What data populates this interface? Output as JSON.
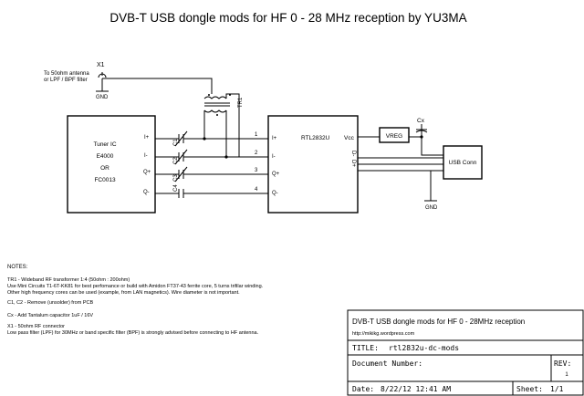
{
  "page_title": "DVB-T USB dongle mods for HF 0 - 28 MHz reception by YU3MA",
  "schematic": {
    "antenna_label_1": "To 50ohm antenna",
    "antenna_label_2": "or LPF / BPF filter",
    "x1": "X1",
    "gnd": "GND",
    "tr1": "TR1",
    "tuner": {
      "l1": "Tuner IC",
      "l2": "E4000",
      "l3": "OR",
      "l4": "FC0013"
    },
    "caps": [
      "C1",
      "C2",
      "C3",
      "C4"
    ],
    "pins": [
      "1",
      "2",
      "3",
      "4"
    ],
    "rtl": {
      "name": "RTL2832U",
      "vcc": "Vcc",
      "in": [
        "I+",
        "I-",
        "Q+",
        "Q-"
      ]
    },
    "tuner_pins": [
      "I+",
      "I-",
      "Q+",
      "Q-"
    ],
    "vreg": "VREG",
    "cx": "Cx",
    "usb": "USB Conn",
    "dplus": "D+",
    "dminus": "D-"
  },
  "notes": {
    "heading": "NOTES:",
    "tr1_l1": "TR1 - Wideband RF transformer 1:4 (50ohm : 200ohm)",
    "tr1_l2": "Use Mini Circuits T1-6T-KK81 for best perfomance or build with Amidon FT37-43 ferrite core, 5 turns trifilar winding.",
    "tr1_l3": "Other high frequency cores can be used (example, from LAN magnetics). Wire diameter is not important.",
    "c12": "C1, C2 - Remove (unsolder) from PCB",
    "cx": "Cx - Add Tantalum capacitor 1uF / 16V",
    "x1_l1": "X1 - 50ohm RF connector",
    "x1_l2": "Low pass filter (LPF) for 30MHz or band specific filter (BPF) is strongly advised before connecting to HF antenna."
  },
  "title_block": {
    "title": "DVB-T USB dongle mods for HF 0 - 28MHz reception",
    "url": "http://mikikg.wordpress.com",
    "title_label": "TITLE:",
    "title_value": "rtl2832u-dc-mods",
    "doc_label": "Document Number:",
    "rev_label": "REV:",
    "rev_value": "1",
    "date_label": "Date:",
    "date_value": "8/22/12 12:41 AM",
    "sheet_label": "Sheet:",
    "sheet_value": "1/1"
  }
}
